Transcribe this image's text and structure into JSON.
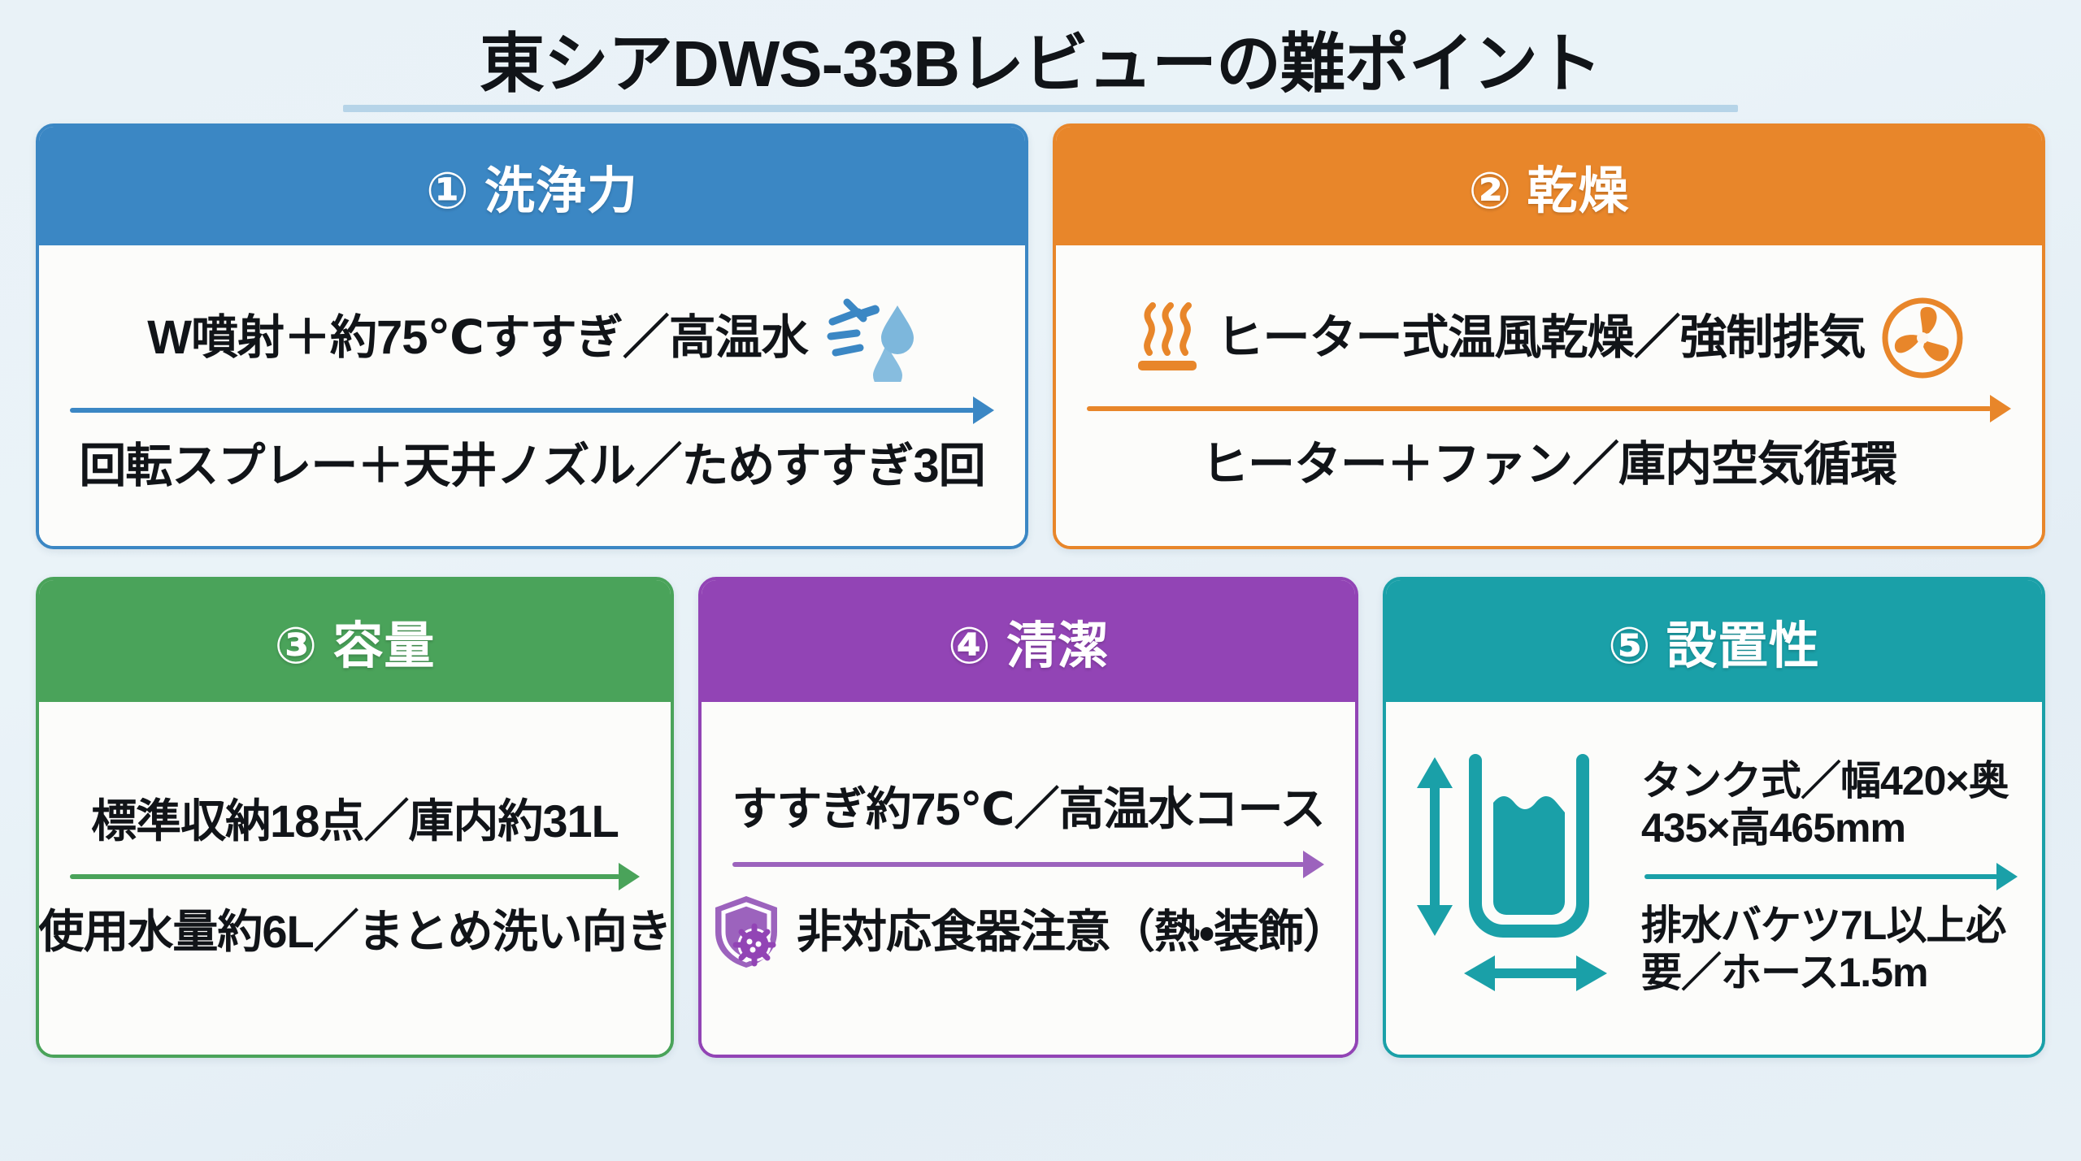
{
  "page": {
    "title": "東シアDWS-33Bレビューの難ポイント",
    "background_color": "#e8f1f7",
    "title_underline_color": "#b6d4e8"
  },
  "cards": [
    {
      "id": "washing-power",
      "number": "①",
      "header": "① 洗浄力",
      "accent_color": "#3b87c4",
      "line1": "W噴射＋約75℃すすぎ／高温水",
      "line1_icon": "spray-water-droplet-icon",
      "line2": "回転スプレー＋天井ノズル／ためすすぎ3回"
    },
    {
      "id": "drying",
      "number": "②",
      "header": "② 乾燥",
      "accent_color": "#e8862a",
      "line1": "ヒーター式温風乾燥／強制排気",
      "line1_icon_left": "heat-waves-icon",
      "line1_icon_right": "fan-icon",
      "line2": "ヒーター＋ファン／庫内空気循環"
    },
    {
      "id": "capacity",
      "number": "③",
      "header": "③ 容量",
      "accent_color": "#4aa35a",
      "line1": "標準収納18点／庫内約31L",
      "line2": "使用水量約6L／まとめ洗い向き"
    },
    {
      "id": "cleanliness",
      "number": "④",
      "header": "④ 清潔",
      "accent_color": "#9244b5",
      "line1": "すすぎ約75℃／高温水コース",
      "line2": "非対応食器注意（熱・装飾）",
      "line2_icon": "shield-germ-icon"
    },
    {
      "id": "installability",
      "number": "⑤",
      "header": "⑤ 設置性",
      "accent_color": "#1aa0a8",
      "icon": "water-tank-dimensions-icon",
      "line1": "タンク式／幅420×奥435×高465mm",
      "line2": "排水バケツ7L以上必要／ホース1.5m"
    }
  ]
}
